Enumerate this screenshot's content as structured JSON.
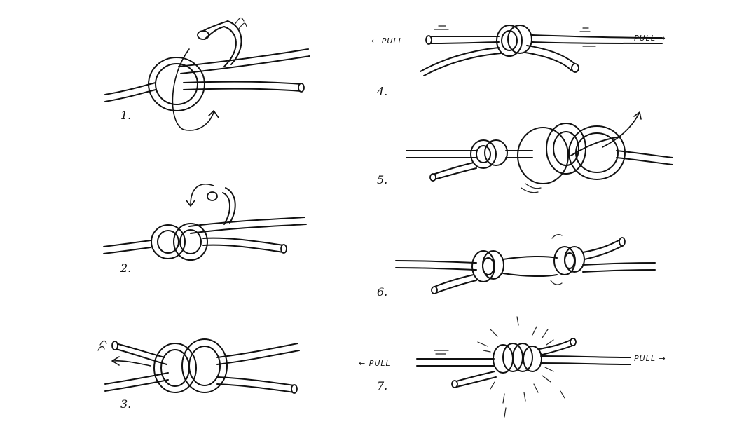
{
  "steps": [
    {
      "label": "1.",
      "icon": "knot-step-1-icon"
    },
    {
      "label": "2.",
      "icon": "knot-step-2-icon"
    },
    {
      "label": "3.",
      "icon": "knot-step-3-icon"
    },
    {
      "label": "4.",
      "icon": "knot-step-4-icon"
    },
    {
      "label": "5.",
      "icon": "knot-step-5-icon"
    },
    {
      "label": "6.",
      "icon": "knot-step-6-icon"
    },
    {
      "label": "7.",
      "icon": "knot-step-7-icon"
    }
  ],
  "annotations": {
    "pull_left_4": "← PULL",
    "pull_right_4": "PULL →",
    "pull_left_7": "← PULL",
    "pull_right_7": "PULL →"
  },
  "colors": {
    "ink": "#111111",
    "background": "#ffffff"
  }
}
